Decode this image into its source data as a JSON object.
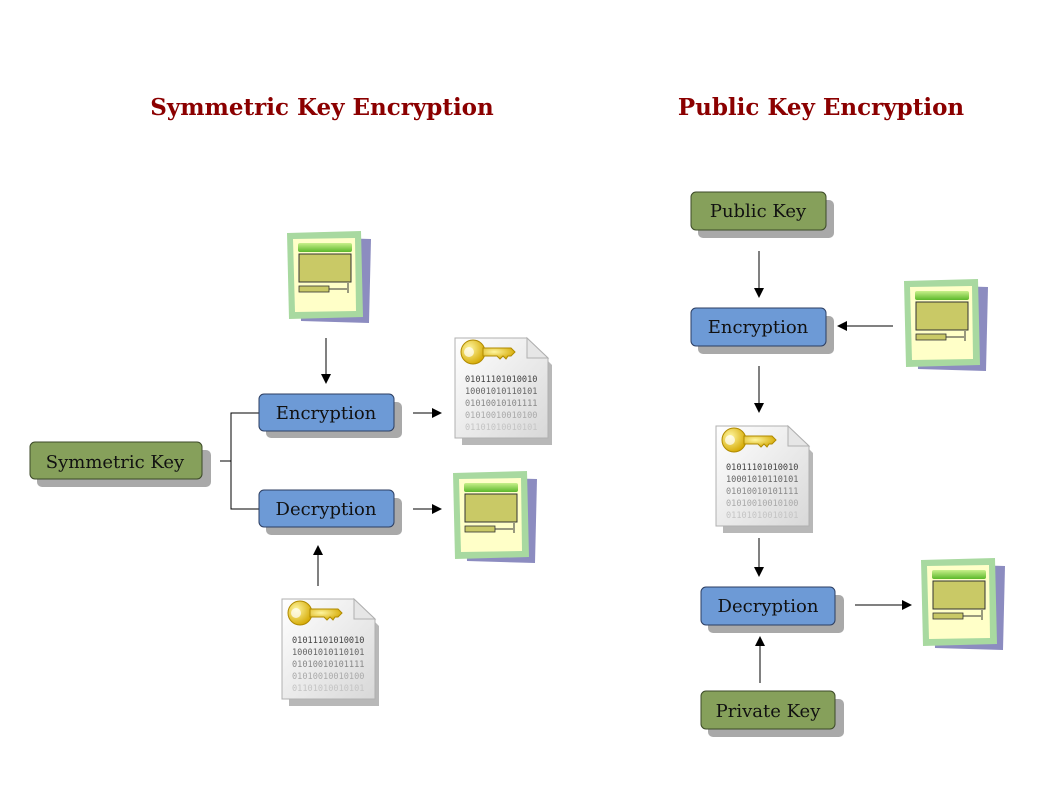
{
  "diagrams": [
    {
      "title": "Symmetric Key Encryption",
      "nodes": {
        "key": "Symmetric Key",
        "encrypt": "Encryption",
        "decrypt": "Decryption"
      }
    },
    {
      "title": "Public Key Encryption",
      "nodes": {
        "public_key": "Public Key",
        "encrypt": "Encryption",
        "decrypt": "Decryption",
        "private_key": "Private Key"
      }
    }
  ],
  "binary_lines": [
    "01011101010010",
    "10001010110101",
    "01010010101111",
    "01010010010100",
    "01101010010101"
  ],
  "colors": {
    "title": "#8b0000",
    "key_box": "#86a05b",
    "process_box": "#6d9ad6",
    "shadow": "#a9a9a9",
    "plaintext_bar": "#7ac943",
    "plaintext_screen": "#cccc66",
    "key_gold": "#e8c000"
  },
  "icons": {
    "plaintext": "plaintext-document-icon",
    "ciphertext": "encrypted-file-key-icon",
    "arrow": "arrow-icon"
  }
}
